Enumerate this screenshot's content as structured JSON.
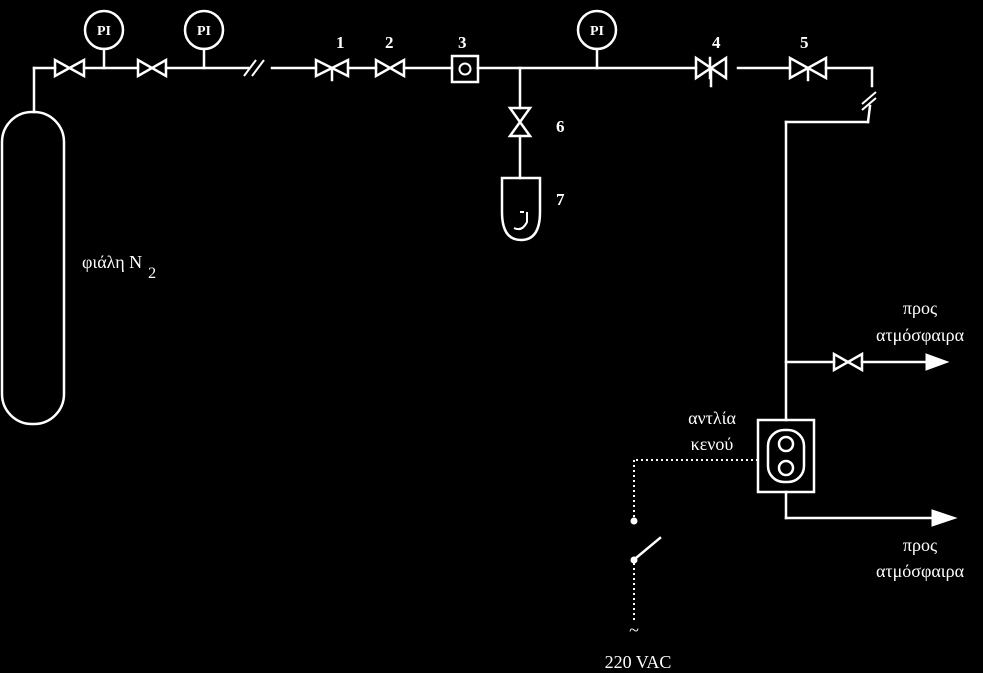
{
  "labels": {
    "pi1": "PI",
    "pi2": "PI",
    "pi3": "PI",
    "v1": "1",
    "v2": "2",
    "v3": "3",
    "v4": "4",
    "v5": "5",
    "v6": "6",
    "v7": "7",
    "cylinder_prefix": "φιάλη N",
    "cylinder_sub": "2",
    "atm1_line1": "προς",
    "atm1_line2": "ατμόσφαιρα",
    "atm2_line1": "προς",
    "atm2_line2": "ατμόσφαιρα",
    "pump_line1": "αντλία",
    "pump_line2": "κενού",
    "power": "220 VAC",
    "ac_symbol": "~"
  },
  "colors": {
    "background": "#000000",
    "foreground": "#ffffff"
  }
}
